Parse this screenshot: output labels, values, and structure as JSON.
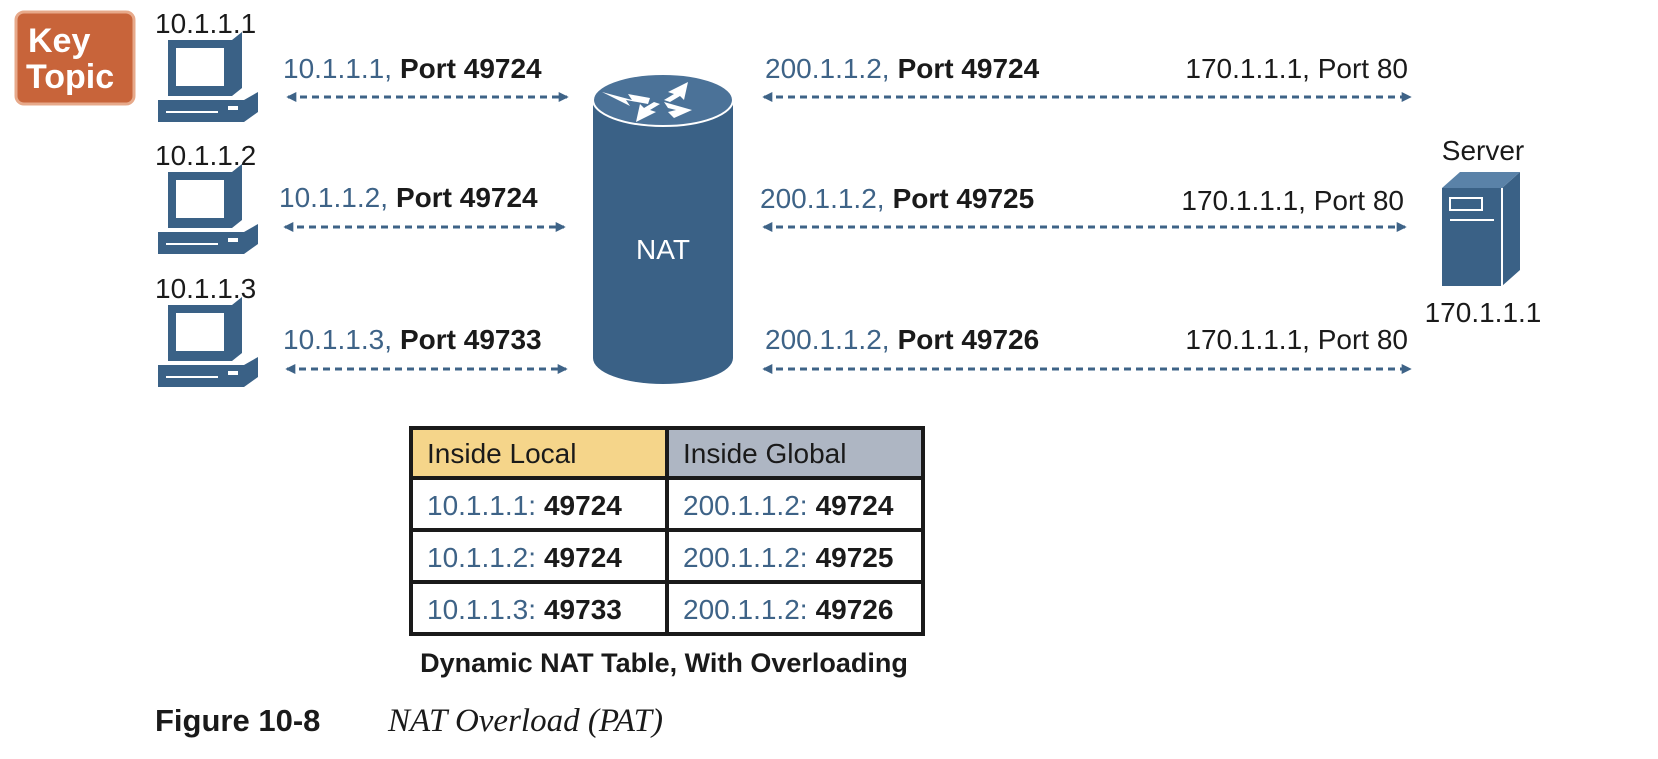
{
  "badge": {
    "line1": "Key",
    "line2": "Topic",
    "color": "#c8643a"
  },
  "hosts": [
    {
      "name": "10.1.1.1",
      "local_ip": "10.1.1.1,",
      "local_port": "Port 49724",
      "global_ip": "200.1.1.2,",
      "global_port": "Port 49724",
      "server_side": "170.1.1.1, Port 80"
    },
    {
      "name": "10.1.1.2",
      "local_ip": "10.1.1.2,",
      "local_port": "Port 49724",
      "global_ip": "200.1.1.2,",
      "global_port": "Port 49725",
      "server_side": "170.1.1.1, Port 80"
    },
    {
      "name": "10.1.1.3",
      "local_ip": "10.1.1.3,",
      "local_port": "Port 49733",
      "global_ip": "200.1.1.2,",
      "global_port": "Port 49726",
      "server_side": "170.1.1.1, Port 80"
    }
  ],
  "nat": {
    "label": "NAT",
    "color": "#3a6186"
  },
  "server": {
    "label": "Server",
    "ip": "170.1.1.1"
  },
  "table": {
    "headers": [
      "Inside Local",
      "Inside Global"
    ],
    "header_colors": [
      "#f5d58a",
      "#aeb6c3"
    ],
    "rows": [
      {
        "local_ip": "10.1.1.1:",
        "local_port": "49724",
        "global_ip": "200.1.1.2:",
        "global_port": "49724"
      },
      {
        "local_ip": "10.1.1.2:",
        "local_port": "49724",
        "global_ip": "200.1.1.2:",
        "global_port": "49725"
      },
      {
        "local_ip": "10.1.1.3:",
        "local_port": "49733",
        "global_ip": "200.1.1.2:",
        "global_port": "49726"
      }
    ],
    "caption": "Dynamic NAT Table, With Overloading"
  },
  "figure": {
    "number": "Figure 10-8",
    "title": "NAT Overload (PAT)"
  },
  "colors": {
    "accent": "#3e6387",
    "text": "#1a1a1a"
  }
}
